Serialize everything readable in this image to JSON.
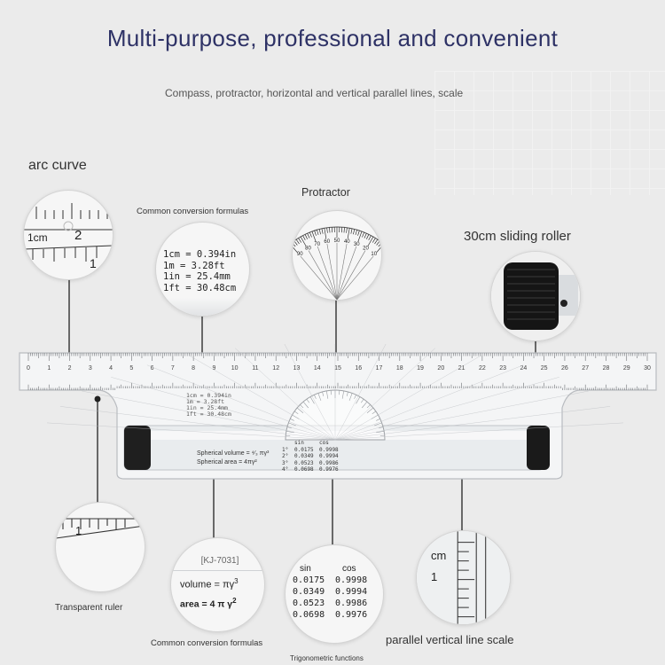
{
  "header": {
    "title": "Multi-purpose, professional and convenient",
    "subtitle": "Compass, protractor, horizontal and vertical parallel lines, scale"
  },
  "labels": {
    "arc_curve": "arc curve",
    "conversion_top": "Common conversion formulas",
    "protractor": "Protractor",
    "sliding_roller": "30cm sliding roller",
    "transparent_ruler": "Transparent ruler",
    "conversion_bottom": "Common conversion formulas",
    "trig_functions": "Trigonometric functions",
    "parallel_scale": "parallel vertical line scale"
  },
  "detail_arc": {
    "unit": "1cm",
    "num_a": "2",
    "num_b": "1"
  },
  "detail_conversions": [
    "1cm = 0.394in",
    "1m = 3.28ft",
    "1in = 25.4mm",
    "1ft = 30.48cm"
  ],
  "ruler_conversions": [
    "1cm = 0.394in",
    "1m = 3.28ft",
    "1in = 25.4mm",
    "1ft = 30.48cm"
  ],
  "detail_transparent": {
    "num": "1"
  },
  "detail_volume": {
    "model": "[KJ-7031]",
    "volume": "volume = πγ",
    "volume_exp": "3",
    "area": "area = 4 π γ",
    "area_exp": "2"
  },
  "roller_text": {
    "volume": "Spherical volume = ⁴⁄₃ πγ³",
    "area": "Spherical area = 4πγ²"
  },
  "trig": {
    "sin_label": "sin",
    "cos_label": "cos",
    "sin": [
      "0.0175",
      "0.0349",
      "0.0523",
      "0.0698"
    ],
    "cos": [
      "0.9998",
      "0.9994",
      "0.9986",
      "0.9976"
    ]
  },
  "ruler_trig": {
    "sin_label": "sin",
    "cos_label": "cos",
    "degrees": [
      "1°",
      "2°",
      "3°",
      "4°"
    ],
    "sin": [
      "0.0175",
      "0.0349",
      "0.0523",
      "0.0698"
    ],
    "cos": [
      "0.9998",
      "0.9994",
      "0.9986",
      "0.9976"
    ]
  },
  "detail_parallel": {
    "unit": "cm",
    "num": "1"
  },
  "ruler": {
    "cm_numbers": [
      "0",
      "1",
      "2",
      "3",
      "4",
      "5",
      "6",
      "7",
      "8",
      "9",
      "10",
      "11",
      "12",
      "13",
      "14",
      "15",
      "16",
      "17",
      "18",
      "19",
      "20",
      "21",
      "22",
      "23",
      "24",
      "25",
      "26",
      "27",
      "28",
      "29",
      "30"
    ],
    "unit_label": "1cm"
  },
  "protractor_numbers": [
    "90",
    "80",
    "70",
    "60",
    "50",
    "40",
    "30",
    "20",
    "10"
  ]
}
